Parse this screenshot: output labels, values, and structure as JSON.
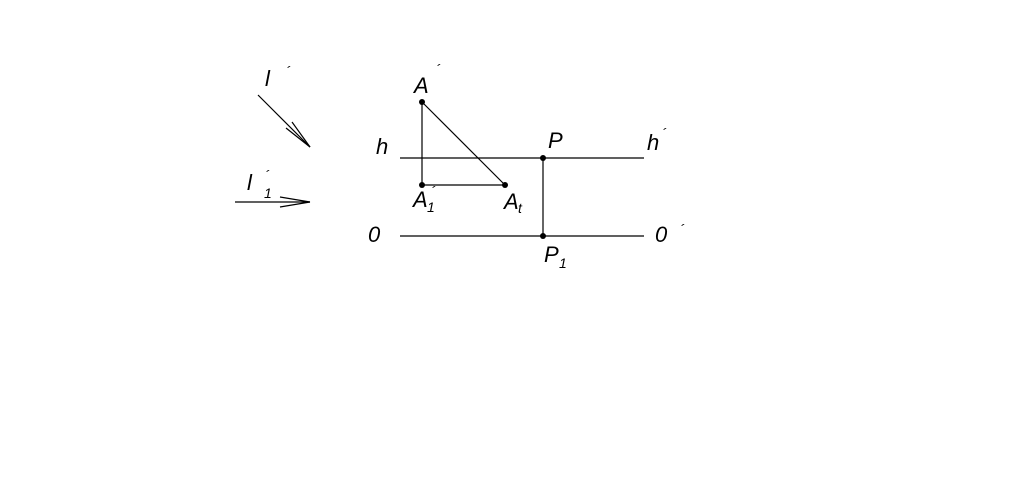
{
  "labels": {
    "l": "l",
    "l_prime": "´",
    "l1": "l",
    "l1_prime": "´",
    "l1_sub": "1",
    "A": "A",
    "A_prime": "´",
    "h": "h",
    "P": "P",
    "h_right": "h",
    "h_right_prime": "´",
    "A1": "A",
    "A1_sub": "1",
    "A1_prime": "´",
    "At": "A",
    "At_sub": "t",
    "O_left": "0",
    "O_right": "0",
    "O_right_prime": "´",
    "P1": "P",
    "P1_sub": "1"
  },
  "colors": {
    "ink": "#000000",
    "background": "#ffffff"
  }
}
